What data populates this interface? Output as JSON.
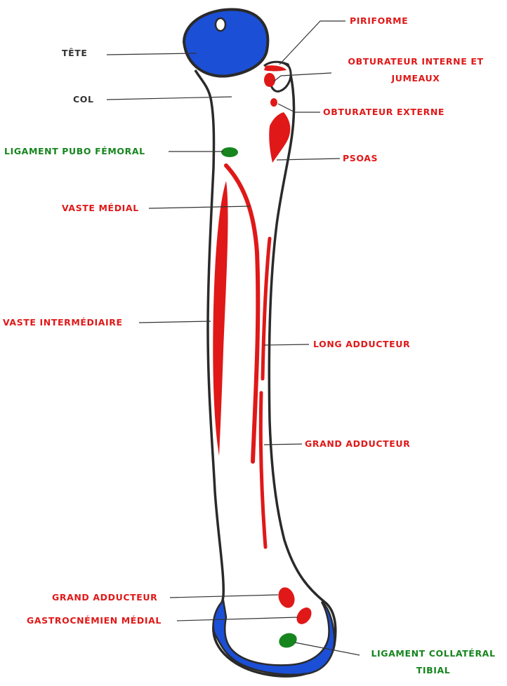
{
  "colors": {
    "bone_outline": "#2a2a2a",
    "cartilage": "#1b4fd6",
    "muscle": "#e01818",
    "ligament": "#16851e",
    "label_gray": "#333333",
    "label_red": "#e01818",
    "label_green": "#16851e",
    "leader": "#333333"
  },
  "labels": {
    "tete": "TÊTE",
    "col": "COL",
    "ligament_pubo_femoral": "LIGAMENT PUBO FÉMORAL",
    "vaste_medial": "VASTE MÉDIAL",
    "vaste_intermediaire": "VASTE INTERMÉDIAIRE",
    "piriforme": "PIRIFORME",
    "obturateur_interne_line1": "OBTURATEUR INTERNE ET",
    "obturateur_interne_line2": "JUMEAUX",
    "obturateur_externe": "OBTURATEUR EXTERNE",
    "psoas": "PSOAS",
    "long_adducteur": "LONG ADDUCTEUR",
    "grand_adducteur_shaft": "GRAND ADDUCTEUR",
    "grand_adducteur_condyle": "GRAND ADDUCTEUR",
    "gastrocnemien_medial": "GASTROCNÉMIEN MÉDIAL",
    "ligament_collateral_line1": "LIGAMENT COLLATÉRAL",
    "ligament_collateral_line2": "TIBIAL"
  }
}
